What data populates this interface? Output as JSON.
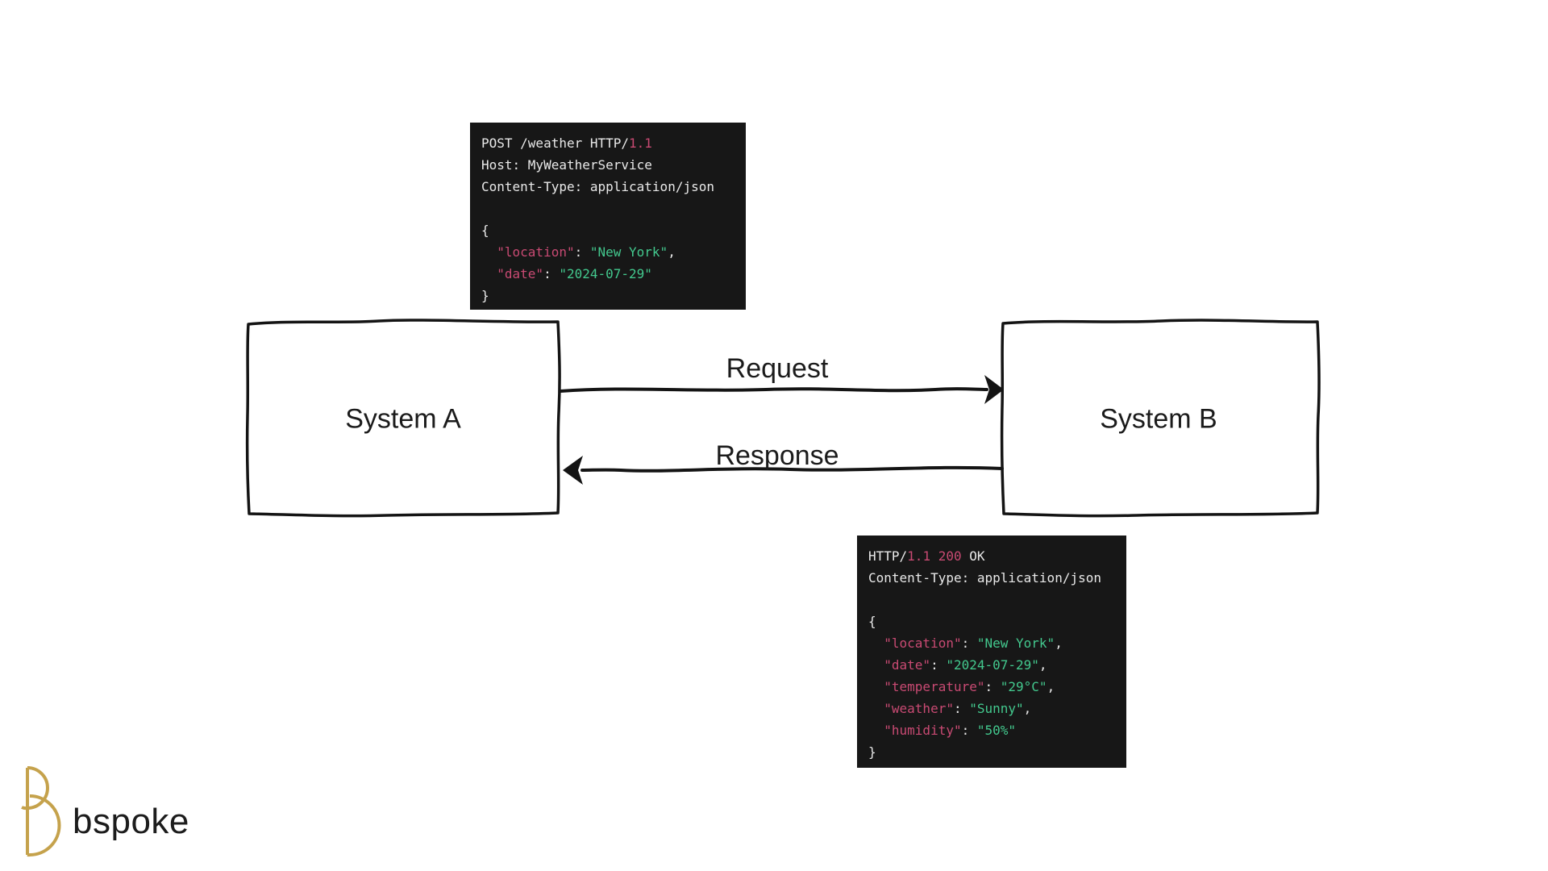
{
  "diagram": {
    "system_a": {
      "label": "System A"
    },
    "system_b": {
      "label": "System B"
    },
    "request_label": "Request",
    "response_label": "Response"
  },
  "request_block": {
    "lines": [
      [
        {
          "t": "POST /weather HTTP/",
          "c": "w"
        },
        {
          "t": "1.1",
          "c": "p"
        }
      ],
      [
        {
          "t": "Host: MyWeatherService",
          "c": "w"
        }
      ],
      [
        {
          "t": "Content-Type: application/json",
          "c": "w"
        }
      ],
      [],
      [
        {
          "t": "{",
          "c": "w"
        }
      ],
      [
        {
          "t": "  ",
          "c": "w"
        },
        {
          "t": "\"location\"",
          "c": "p"
        },
        {
          "t": ": ",
          "c": "w"
        },
        {
          "t": "\"New York\"",
          "c": "g"
        },
        {
          "t": ",",
          "c": "w"
        }
      ],
      [
        {
          "t": "  ",
          "c": "w"
        },
        {
          "t": "\"date\"",
          "c": "p"
        },
        {
          "t": ": ",
          "c": "w"
        },
        {
          "t": "\"2024-07-29\"",
          "c": "g"
        }
      ],
      [
        {
          "t": "}",
          "c": "w"
        }
      ]
    ]
  },
  "response_block": {
    "lines": [
      [
        {
          "t": "HTTP/",
          "c": "w"
        },
        {
          "t": "1.1 200",
          "c": "p"
        },
        {
          "t": " OK",
          "c": "w"
        }
      ],
      [
        {
          "t": "Content-Type: application/json",
          "c": "w"
        }
      ],
      [],
      [
        {
          "t": "{",
          "c": "w"
        }
      ],
      [
        {
          "t": "  ",
          "c": "w"
        },
        {
          "t": "\"location\"",
          "c": "p"
        },
        {
          "t": ": ",
          "c": "w"
        },
        {
          "t": "\"New York\"",
          "c": "g"
        },
        {
          "t": ",",
          "c": "w"
        }
      ],
      [
        {
          "t": "  ",
          "c": "w"
        },
        {
          "t": "\"date\"",
          "c": "p"
        },
        {
          "t": ": ",
          "c": "w"
        },
        {
          "t": "\"2024-07-29\"",
          "c": "g"
        },
        {
          "t": ",",
          "c": "w"
        }
      ],
      [
        {
          "t": "  ",
          "c": "w"
        },
        {
          "t": "\"temperature\"",
          "c": "p"
        },
        {
          "t": ": ",
          "c": "w"
        },
        {
          "t": "\"29°C\"",
          "c": "g"
        },
        {
          "t": ",",
          "c": "w"
        }
      ],
      [
        {
          "t": "  ",
          "c": "w"
        },
        {
          "t": "\"weather\"",
          "c": "p"
        },
        {
          "t": ": ",
          "c": "w"
        },
        {
          "t": "\"Sunny\"",
          "c": "g"
        },
        {
          "t": ",",
          "c": "w"
        }
      ],
      [
        {
          "t": "  ",
          "c": "w"
        },
        {
          "t": "\"humidity\"",
          "c": "p"
        },
        {
          "t": ": ",
          "c": "w"
        },
        {
          "t": "\"50%\"",
          "c": "g"
        }
      ],
      [
        {
          "t": "}",
          "c": "w"
        }
      ]
    ]
  },
  "logo": {
    "text": "bspoke"
  },
  "colors": {
    "code_background": "#171717",
    "code_text": "#e9e9e9",
    "code_key_pink": "#c94a73",
    "code_value_green": "#43c98e",
    "ink_black": "#1b1b1b",
    "logo_gold": "#c5a24c"
  }
}
